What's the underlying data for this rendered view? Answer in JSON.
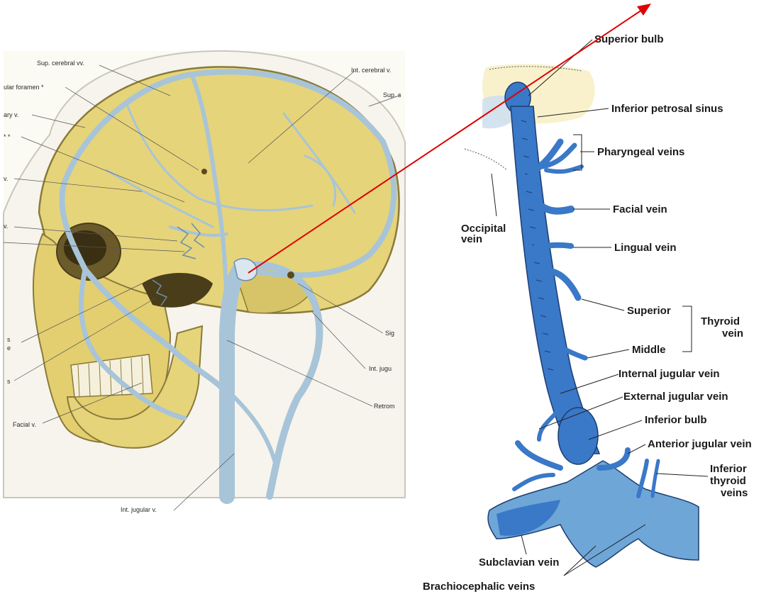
{
  "left_panel": {
    "labels": {
      "sup_cerebral": "Sup. cerebral vv.",
      "int_cerebral": "Int. cerebral v.",
      "jugular_foramen": "ular foramen *",
      "sup_s": "Sup. s",
      "ary_v": "ary v.",
      "star": "* *",
      "v1": "v.",
      "v2": "v.",
      "s1": "s",
      "e1": "e",
      "s2": "s",
      "sig": "Sig",
      "int_jug": "Int. jugu",
      "retrom": "Retrom",
      "facial": "Facial v.",
      "int_jugular": "Int. jugular v."
    }
  },
  "right_panel": {
    "labels": {
      "superior_bulb": "Superior bulb",
      "inferior_petrosal": "Inferior petrosal sinus",
      "pharyngeal": "Pharyngeal veins",
      "occipital_1": "Occipital",
      "occipital_2": "vein",
      "facial": "Facial vein",
      "lingual": "Lingual vein",
      "superior": "Superior",
      "middle": "Middle",
      "thyroid_1": "Thyroid",
      "thyroid_2": "vein",
      "internal_jugular": "Internal jugular vein",
      "external_jugular": "External jugular vein",
      "inferior_bulb": "Inferior bulb",
      "anterior_jugular": "Anterior jugular vein",
      "inf_thyroid_1": "Inferior",
      "inf_thyroid_2": "thyroid",
      "inf_thyroid_3": "veins",
      "subclavian": "Subclavian vein",
      "brachiocephalic": "Brachiocephalic veins"
    }
  },
  "colors": {
    "arrow": "#e00000",
    "vein_blue": "#3a78c8",
    "skull": "#e6d47a",
    "left_vein": "#a8c4d8"
  }
}
